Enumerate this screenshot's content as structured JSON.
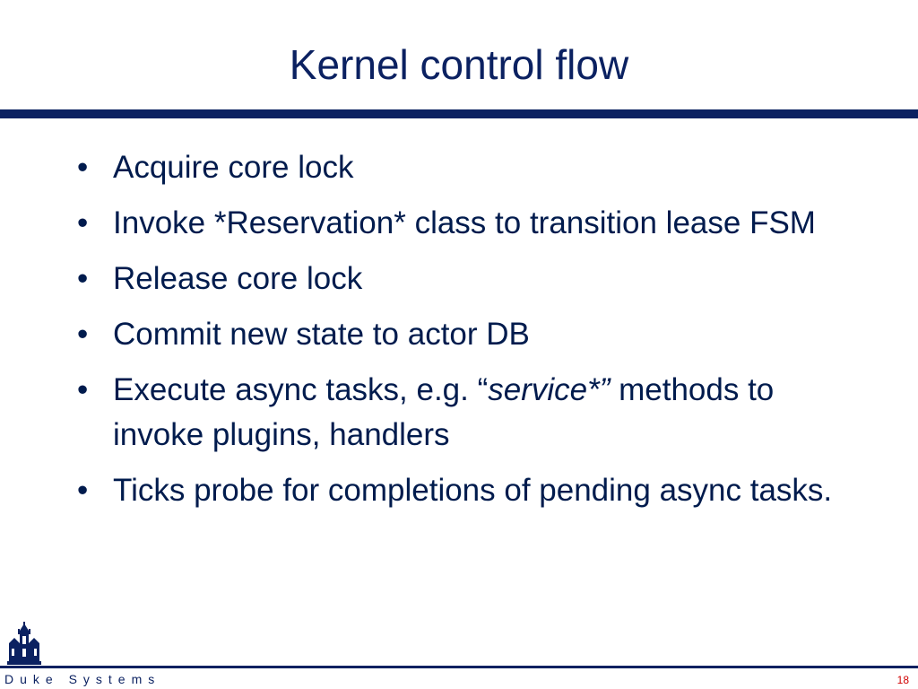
{
  "slide": {
    "title": "Kernel control flow",
    "bullet_symbol": "•",
    "bullets": [
      {
        "text": "Acquire core lock"
      },
      {
        "text": "Invoke *Reservation* class to transition lease FSM"
      },
      {
        "text": "Release core lock"
      },
      {
        "text": "Commit new state to actor DB"
      },
      {
        "pre": "Execute async tasks, e.g. “",
        "em": "service*”",
        "post": " methods to invoke plugins, handlers"
      },
      {
        "text": "Ticks probe for completions of pending async tasks."
      }
    ]
  },
  "footer": {
    "brand": "Duke Systems",
    "page_number": "18"
  },
  "colors": {
    "navy": "#0b2161",
    "text": "#001b4d",
    "page_number": "#d00000"
  },
  "icons": {
    "logo": "duke-chapel-icon"
  }
}
